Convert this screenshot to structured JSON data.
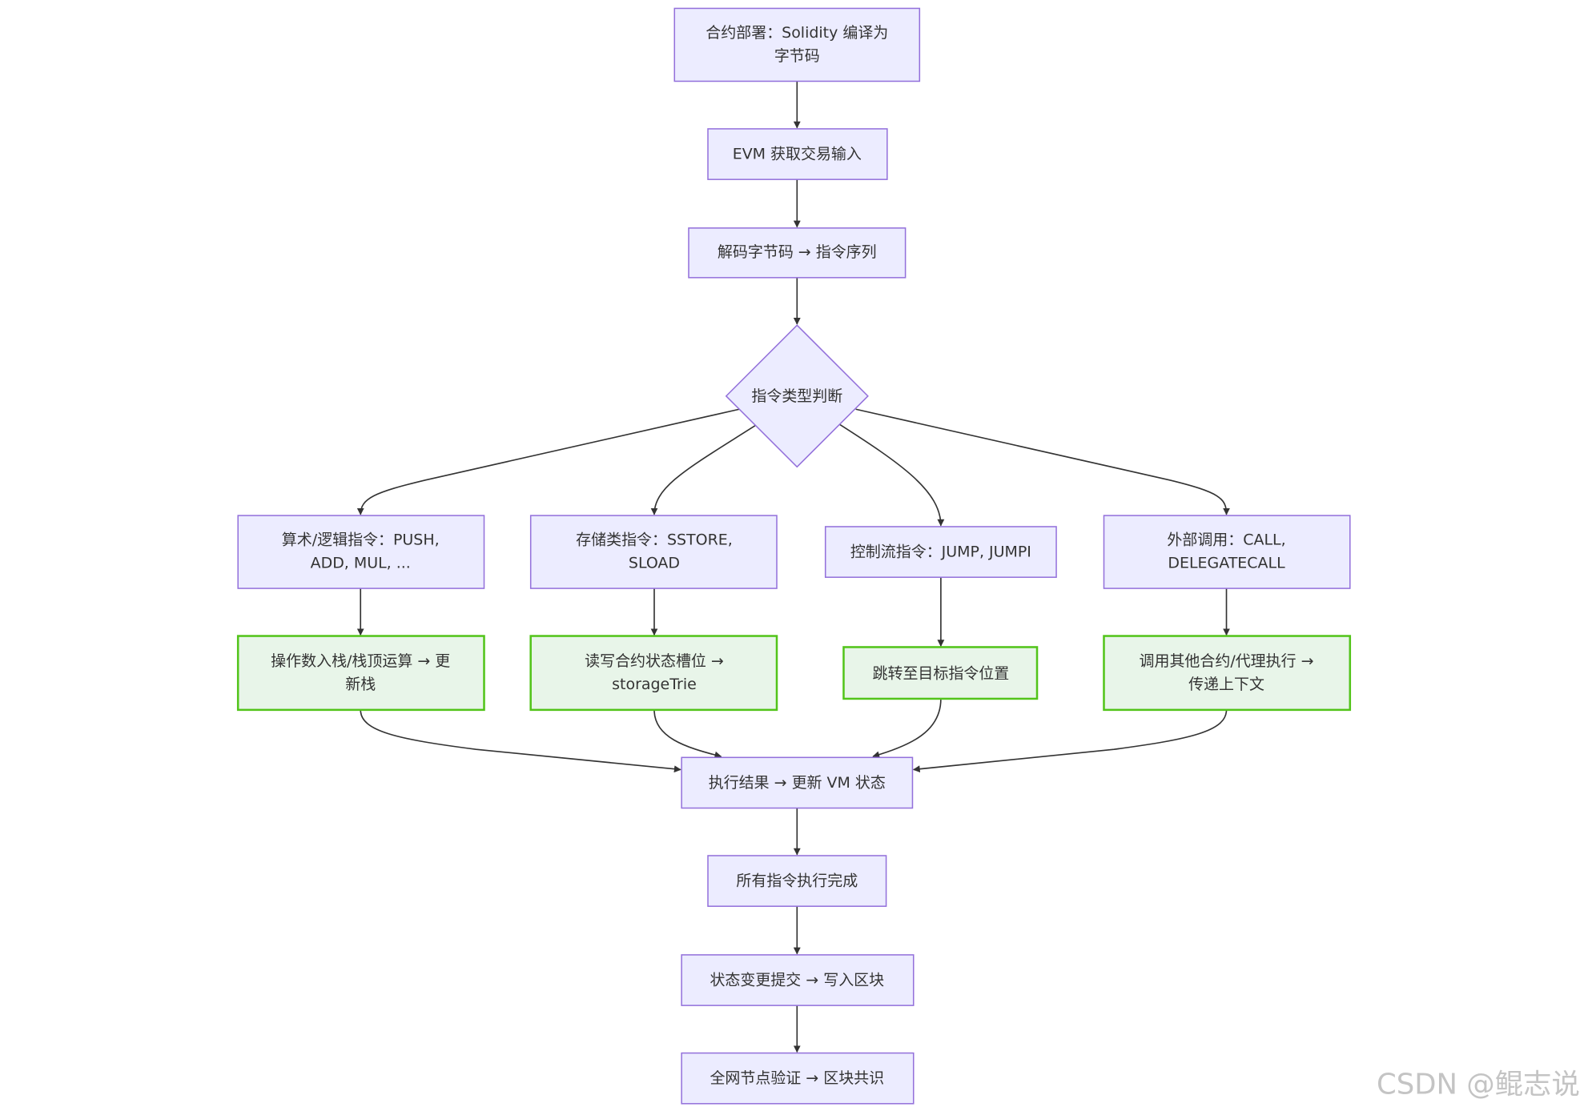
{
  "diagram": {
    "nodes": [
      {
        "lines": [
          "合约部署：Solidity 编译为",
          "字节码"
        ]
      },
      {
        "lines": [
          "EVM 获取交易输入"
        ]
      },
      {
        "lines": [
          "解码字节码 → 指令序列"
        ]
      },
      {
        "lines": [
          "指令类型判断"
        ]
      },
      {
        "lines": [
          "算术/逻辑指令：PUSH,",
          "ADD, MUL, ..."
        ]
      },
      {
        "lines": [
          "存储类指令：SSTORE,",
          "SLOAD"
        ]
      },
      {
        "lines": [
          "控制流指令：JUMP, JUMPI"
        ]
      },
      {
        "lines": [
          "外部调用：CALL,",
          "DELEGATECALL"
        ]
      },
      {
        "lines": [
          "操作数入栈/栈顶运算 → 更",
          "新栈"
        ]
      },
      {
        "lines": [
          "读写合约状态槽位 →",
          "storageTrie"
        ]
      },
      {
        "lines": [
          "跳转至目标指令位置"
        ]
      },
      {
        "lines": [
          "调用其他合约/代理执行 →",
          "传递上下文"
        ]
      },
      {
        "lines": [
          "执行结果 → 更新 VM 状态"
        ]
      },
      {
        "lines": [
          "所有指令执行完成"
        ]
      },
      {
        "lines": [
          "状态变更提交 → 写入区块"
        ]
      },
      {
        "lines": [
          "全网节点验证 → 区块共识"
        ]
      }
    ],
    "edges": [
      [
        0,
        1
      ],
      [
        1,
        2
      ],
      [
        2,
        3
      ],
      [
        3,
        4
      ],
      [
        3,
        5
      ],
      [
        3,
        6
      ],
      [
        3,
        7
      ],
      [
        4,
        8
      ],
      [
        5,
        9
      ],
      [
        6,
        10
      ],
      [
        7,
        11
      ],
      [
        8,
        12
      ],
      [
        9,
        12
      ],
      [
        10,
        12
      ],
      [
        11,
        12
      ],
      [
        12,
        13
      ],
      [
        13,
        14
      ],
      [
        14,
        15
      ]
    ]
  },
  "colors": {
    "process_fill": "#ececff",
    "process_stroke": "#9370db",
    "action_fill": "#e8f5e9",
    "action_stroke": "#52c41a",
    "edge": "#333333",
    "text": "#333333",
    "watermark": "#c4c4c4"
  },
  "watermark": "CSDN @鲲志说"
}
